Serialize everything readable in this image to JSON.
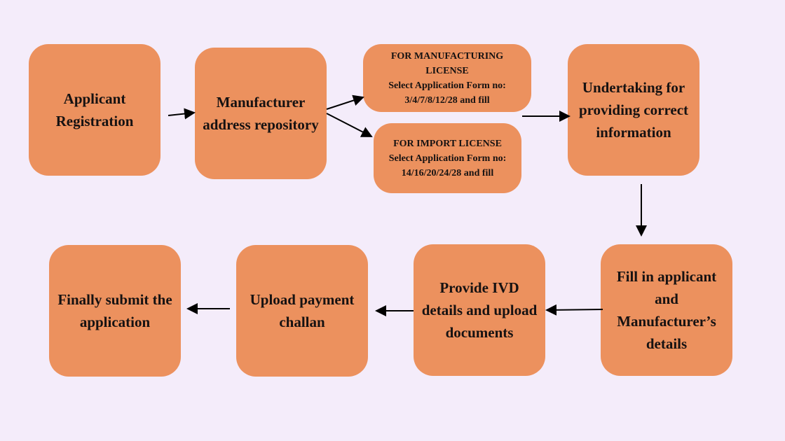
{
  "steps": {
    "applicant_registration": "Applicant Registration",
    "manufacturer_address": "Manufacturer address repository",
    "manufacturing_license": {
      "title": "FOR MANUFACTURING LICENSE",
      "line1": "Select Application Form no:",
      "line2": "3/4/7/8/12/28 and fill"
    },
    "import_license": {
      "title": "FOR IMPORT LICENSE",
      "line1": "Select Application Form no:",
      "line2": "14/16/20/24/28 and fill"
    },
    "undertaking": "Undertaking for providing correct information",
    "fill_details": "Fill in applicant and Manufacturer’s details",
    "provide_ivd": "Provide IVD details and upload documents",
    "upload_challan": "Upload payment challan",
    "submit": "Finally submit the application"
  },
  "colors": {
    "background": "#f4ecfa",
    "box": "#ec915e",
    "text": "#161212"
  }
}
